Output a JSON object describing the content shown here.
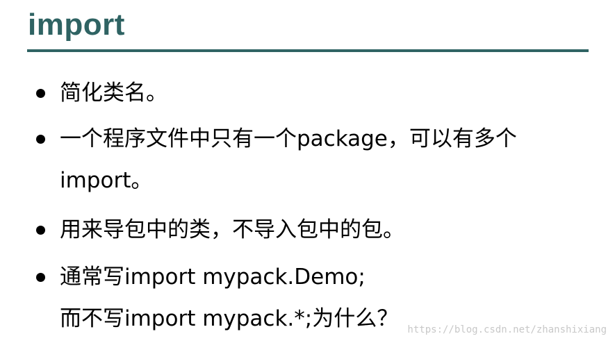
{
  "slide": {
    "title": "import",
    "accent_color": "#2f6363"
  },
  "bullets": [
    {
      "lines": [
        "简化类名。"
      ]
    },
    {
      "lines": [
        "一个程序文件中只有一个package，可以有多个",
        "import。"
      ]
    },
    {
      "lines": [
        "用来导包中的类，不导入包中的包。"
      ]
    },
    {
      "lines": [
        "通常写import  mypack.Demo;",
        "而不写import mypack.*;为什么？"
      ]
    }
  ],
  "watermark": "https://blog.csdn.net/zhanshixiang"
}
